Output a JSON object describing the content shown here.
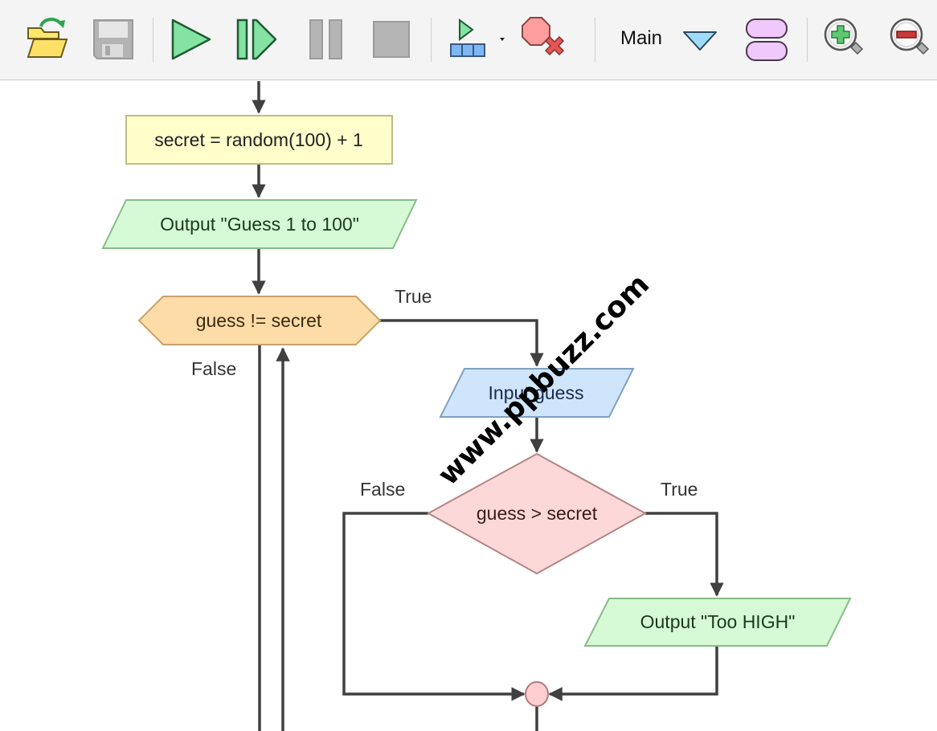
{
  "toolbar": {
    "buttons": [
      {
        "id": "open",
        "icon": "open-folder-icon",
        "tooltip": "Open"
      },
      {
        "id": "save",
        "icon": "save-disk-icon",
        "tooltip": "Save",
        "disabled": true
      },
      {
        "id": "run",
        "icon": "play-icon",
        "tooltip": "Run"
      },
      {
        "id": "step",
        "icon": "step-icon",
        "tooltip": "Step"
      },
      {
        "id": "pause",
        "icon": "pause-icon",
        "tooltip": "Pause",
        "disabled": true
      },
      {
        "id": "stop",
        "icon": "stop-icon",
        "tooltip": "Stop",
        "disabled": true
      },
      {
        "id": "run-speed",
        "icon": "run-speed-icon",
        "tooltip": "Run speed"
      },
      {
        "id": "clear-breakpoints",
        "icon": "clear-breakpoints-icon",
        "tooltip": "Clear breakpoints"
      }
    ],
    "function_select": {
      "value": "Main"
    },
    "layout_toggle_icon": "layout-icon",
    "zoom_in_icon": "zoom-in-icon",
    "zoom_out_icon": "zoom-out-icon"
  },
  "flowchart": {
    "nodes": {
      "assign": {
        "type": "assignment",
        "text": "secret = random(100) + 1"
      },
      "output_intro": {
        "type": "output",
        "text": "Output \"Guess 1 to 100\""
      },
      "loop": {
        "type": "while",
        "text": "guess != secret"
      },
      "input": {
        "type": "input",
        "text": "Input guess"
      },
      "decision": {
        "type": "if",
        "text": "guess > secret"
      },
      "output_high": {
        "type": "output",
        "text": "Output \"Too HIGH\""
      }
    },
    "labels": {
      "loop_true": "True",
      "loop_false": "False",
      "if_false": "False",
      "if_true": "True"
    }
  },
  "colors": {
    "assignment_fill": "#ffffcc",
    "assignment_stroke": "#bdbd84",
    "output_fill": "#d6fad6",
    "output_stroke": "#88bb88",
    "loop_fill": "#fddca8",
    "loop_stroke": "#c8a26c",
    "input_fill": "#cfe5fc",
    "input_stroke": "#7fa0c0",
    "if_fill": "#fdd8d8",
    "if_stroke": "#b48484",
    "connector_fill": "#fdd0d0",
    "edge": "#404040"
  },
  "watermark": "www.ppbuzz.com"
}
